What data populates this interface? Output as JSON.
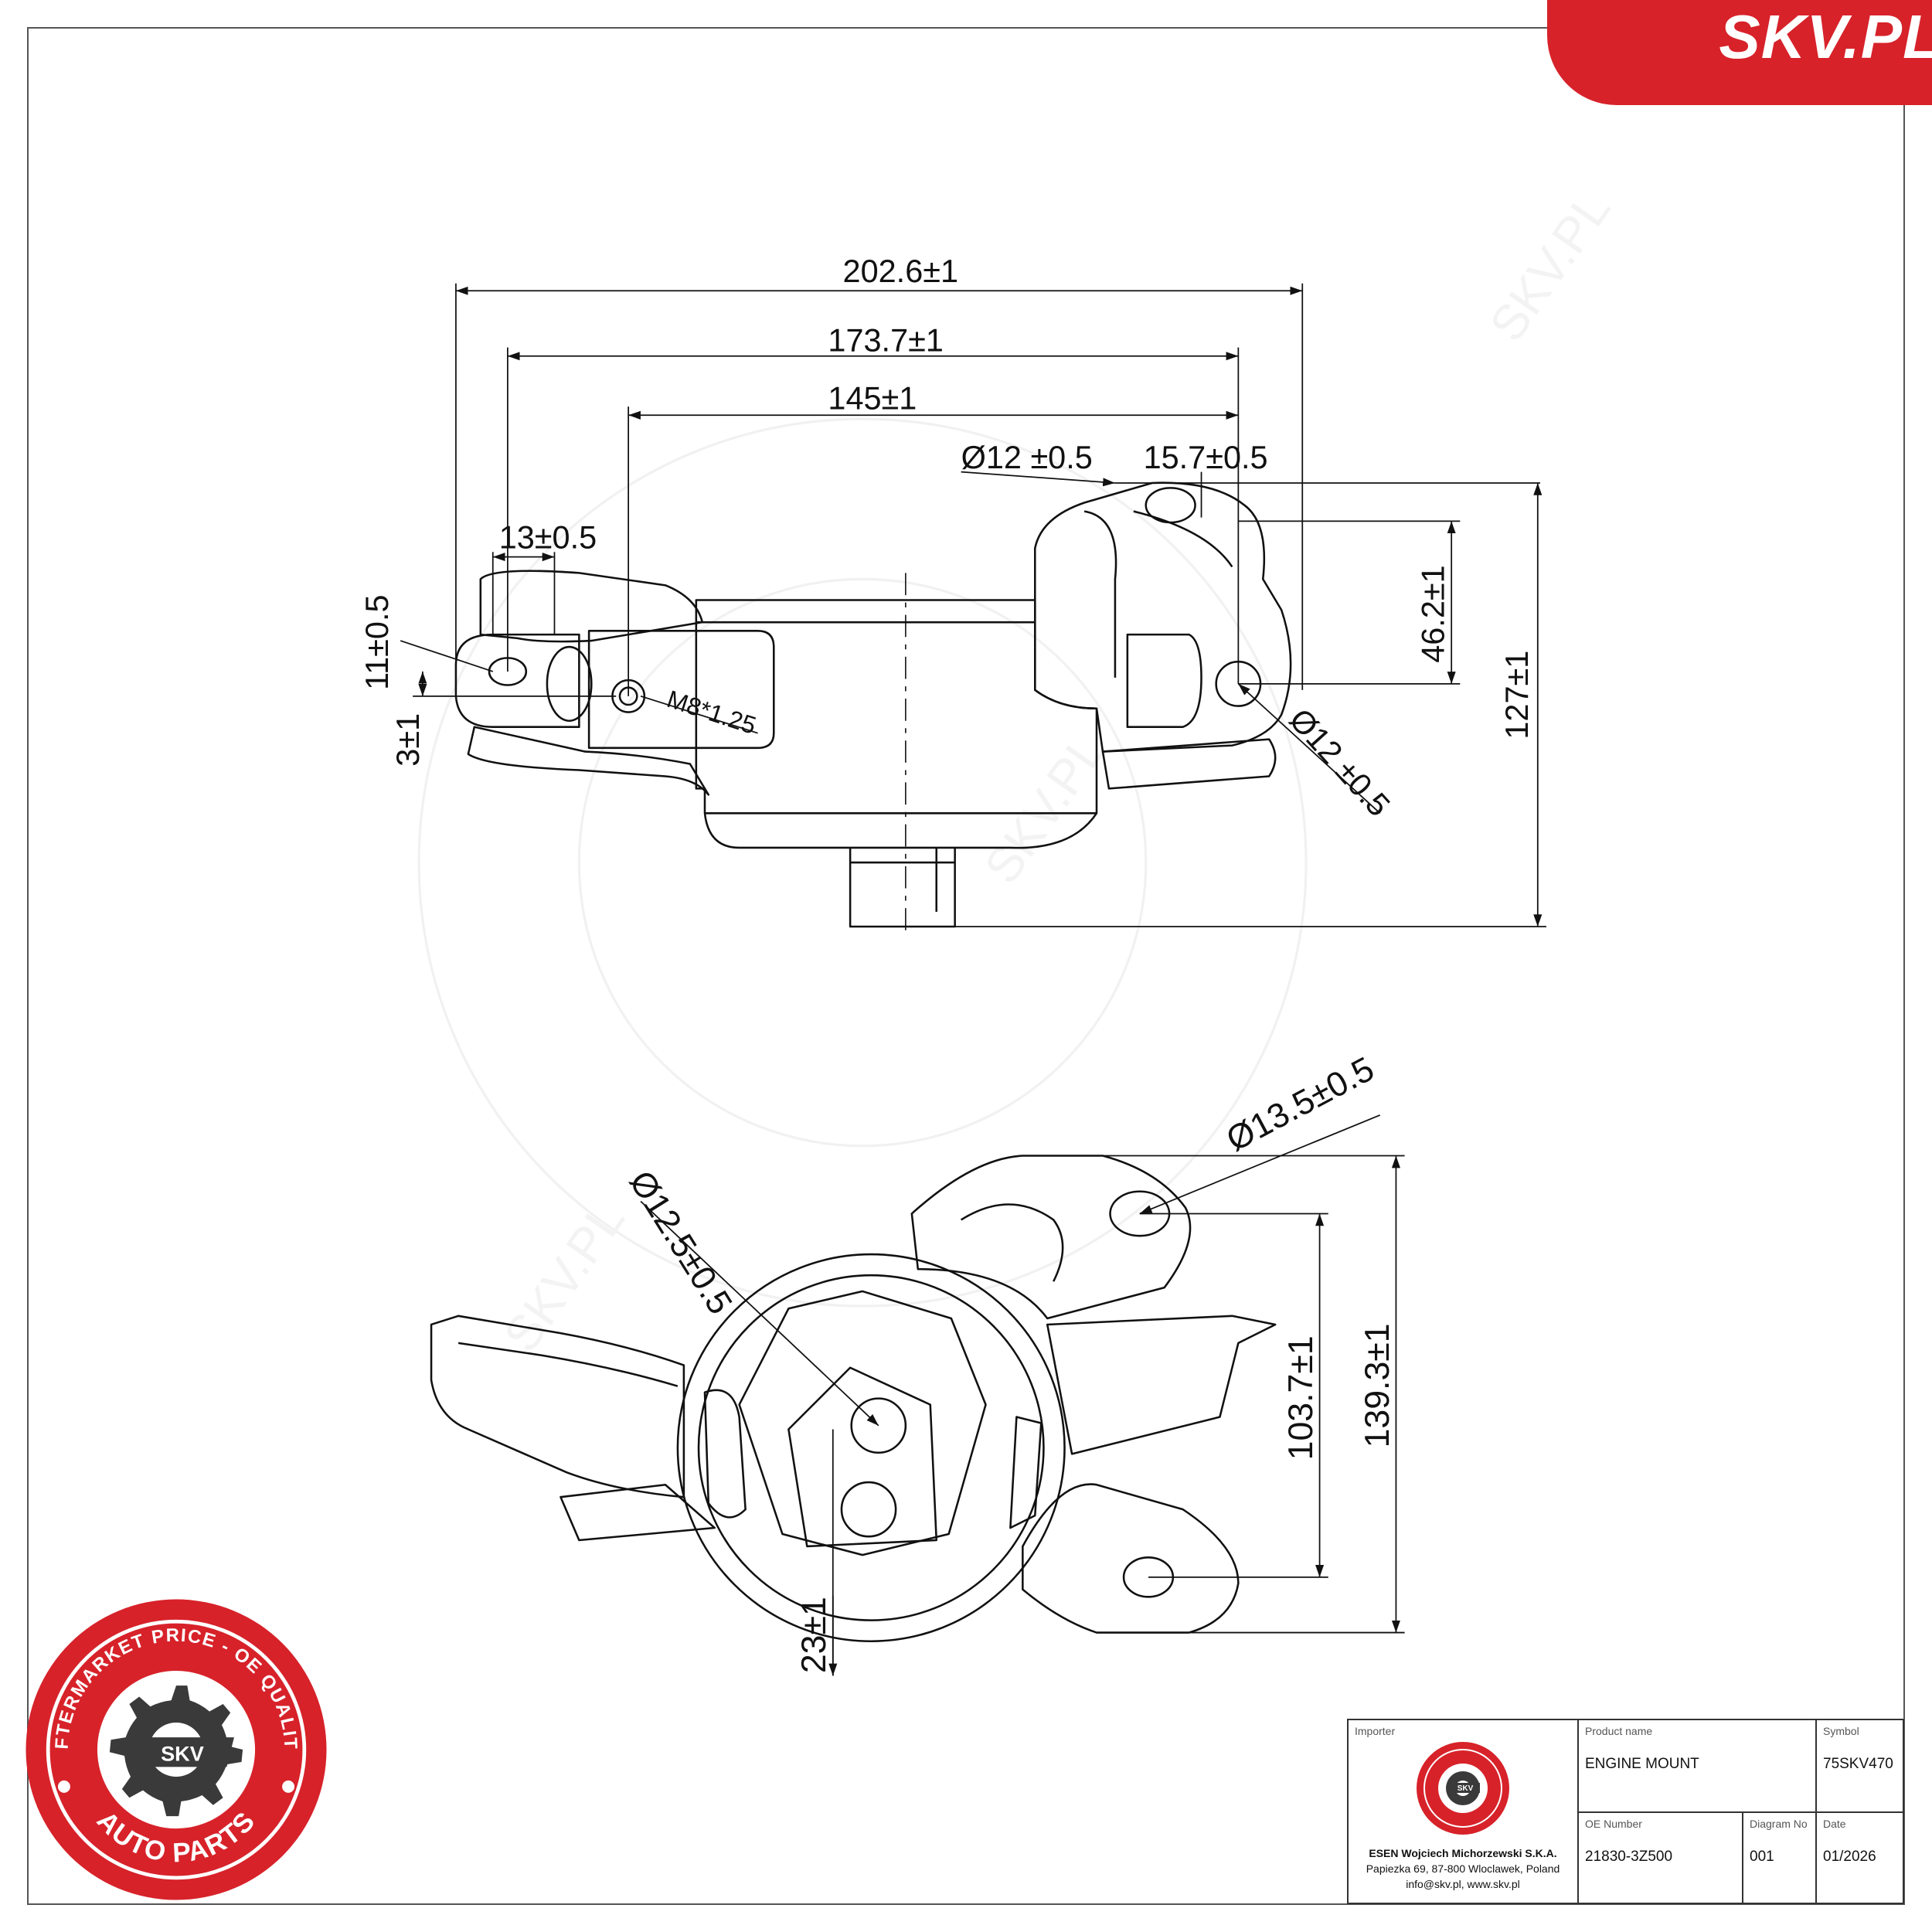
{
  "brand": {
    "site": "SKV.PL",
    "accent_color": "#d7222a"
  },
  "seal": {
    "ring_text": "AFTERMARKET PRICE - OE QUALITY",
    "badge_text": "SKV",
    "bottom_text": "AUTO PARTS",
    "color": "#d7222a"
  },
  "watermark": {
    "text": "SKV.PL"
  },
  "side_view": {
    "dims": {
      "overall_width": "202.6±1",
      "hole_span": "173.7±1",
      "inner_span": "145±1",
      "left_hole_dia": "Ø12 ±0.5",
      "top_offset": "15.7±0.5",
      "ear_width": "13±0.5",
      "left_hole_height": "11±0.5",
      "left_offset": "3±1",
      "thread": "M8*1.25",
      "right_hole_dia": "Ø12 ±0.5",
      "upper_height": "46.2±1",
      "total_height": "127±1"
    }
  },
  "top_view": {
    "dims": {
      "big_hole_dia": "Ø13.5±0.5",
      "bush_dia": "Ø12.5±0.5",
      "hole_height": "103.7±1",
      "total_height": "139.3±1",
      "bottom_offset": "23±1"
    }
  },
  "title_block": {
    "importer_caption": "Importer",
    "importer_name": "ESEN Wojciech Michorzewski S.K.A.",
    "importer_address": "Papiezka 69, 87-800 Wloclawek, Poland",
    "importer_contact": "info@skv.pl, www.skv.pl",
    "product_name_caption": "Product name",
    "product_name": "ENGINE MOUNT",
    "symbol_caption": "Symbol",
    "symbol": "75SKV470",
    "oe_number_caption": "OE Number",
    "oe_number": "21830-3Z500",
    "diagram_no_caption": "Diagram No",
    "diagram_no": "001",
    "date_caption": "Date",
    "date": "01/2026"
  }
}
